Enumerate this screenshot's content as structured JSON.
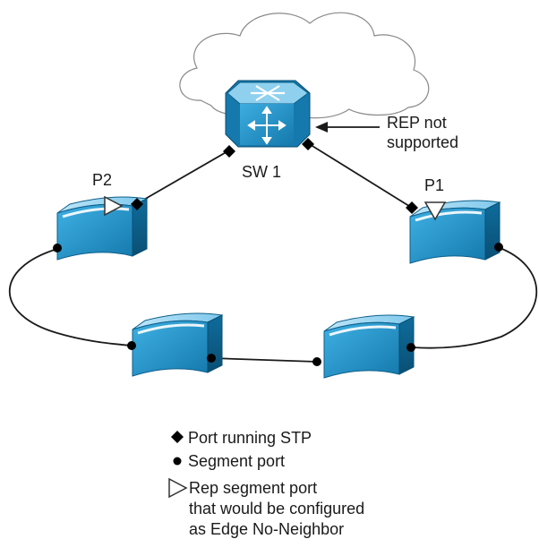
{
  "labels": {
    "sw1": "SW 1",
    "p1": "P1",
    "p2": "P2",
    "rep_not_supported_line1": "REP not",
    "rep_not_supported_line2": "supported"
  },
  "legend": {
    "stp": "Port running STP",
    "segment": "Segment port",
    "edge_line1": "Rep segment port",
    "edge_line2": "that would be configured",
    "edge_line3": "as Edge No-Neighbor"
  },
  "colors": {
    "switch_blue": "#1e8fc6",
    "switch_light": "#8fd0ef",
    "switch_dark": "#0d5f8a",
    "line": "#1a1a1a",
    "cloud_stroke": "#8a8a8a"
  }
}
